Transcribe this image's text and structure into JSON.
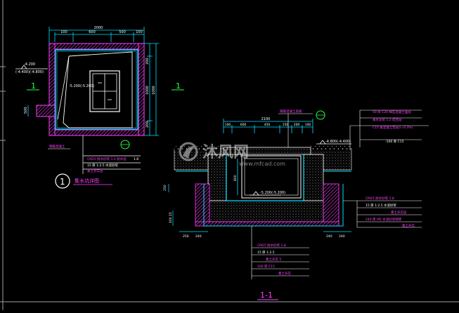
{
  "plan": {
    "dims_top": [
      "2000",
      "100",
      "600",
      "500",
      "100"
    ],
    "dims_right": [
      "200",
      "1000",
      "200"
    ],
    "dims_left": [
      "500"
    ],
    "level_top": "-4.200",
    "level_top_sub": "(-4.400)(-4.800)",
    "level_inner": "-5.200(-5.200)",
    "section_mark_left": "1",
    "section_mark_right": "1",
    "detail_note_1": "CM25 防水砂浆 1:2 防水层",
    "detail_note_2": "1.8",
    "detail_note_3": "15 厚 1:2.5 水泥砂浆",
    "detail_note_4": "素土夯实层",
    "bottom_note": "钢筋混凝土",
    "circle_label": "1",
    "title": "集水坑详图"
  },
  "section": {
    "dims_top": [
      "2100",
      "100",
      "600",
      "450",
      "150",
      "200",
      "100"
    ],
    "dim_inner": "800",
    "level_top": "-4.800(-4.400)",
    "level_bottom": "-5.200(-5.200)",
    "top_note": "钢筋混凝土盖板",
    "right_notes_top": [
      "50 厚 C20 细石混凝土面层",
      "素水泥浆 1:2 结合层",
      "C15 素混凝土垫层(i=0.3%)",
      "-100 厚 C15"
    ],
    "right_notes_mid": [
      "CM25 防水砂浆 1.8",
      "15 厚 1:2.5 水泥砂浆",
      "素土夯实层",
      "240 厚 M5 水泥砂浆砌砖",
      "素土夯实"
    ],
    "bottom_notes": [
      "CM25 防水砂浆 1.8",
      "15 厚 1:2.5",
      "素土夯实 5",
      "100 厚 C15",
      "素土夯实"
    ],
    "side_dims_left": [
      "250",
      "240"
    ],
    "side_dims_right": [
      "240",
      "240"
    ],
    "side_height": "100 15",
    "title": "1-1"
  },
  "watermark": {
    "brand": "沐风网",
    "url": "www.mfcad.com"
  },
  "colors": {
    "background": "#000000",
    "cyan": "#00e0ff",
    "magenta": "#ff40ff",
    "white": "#ffffff",
    "green": "#20ff40",
    "grey": "#9aa0a8",
    "hatch": "#7a7a7a"
  }
}
